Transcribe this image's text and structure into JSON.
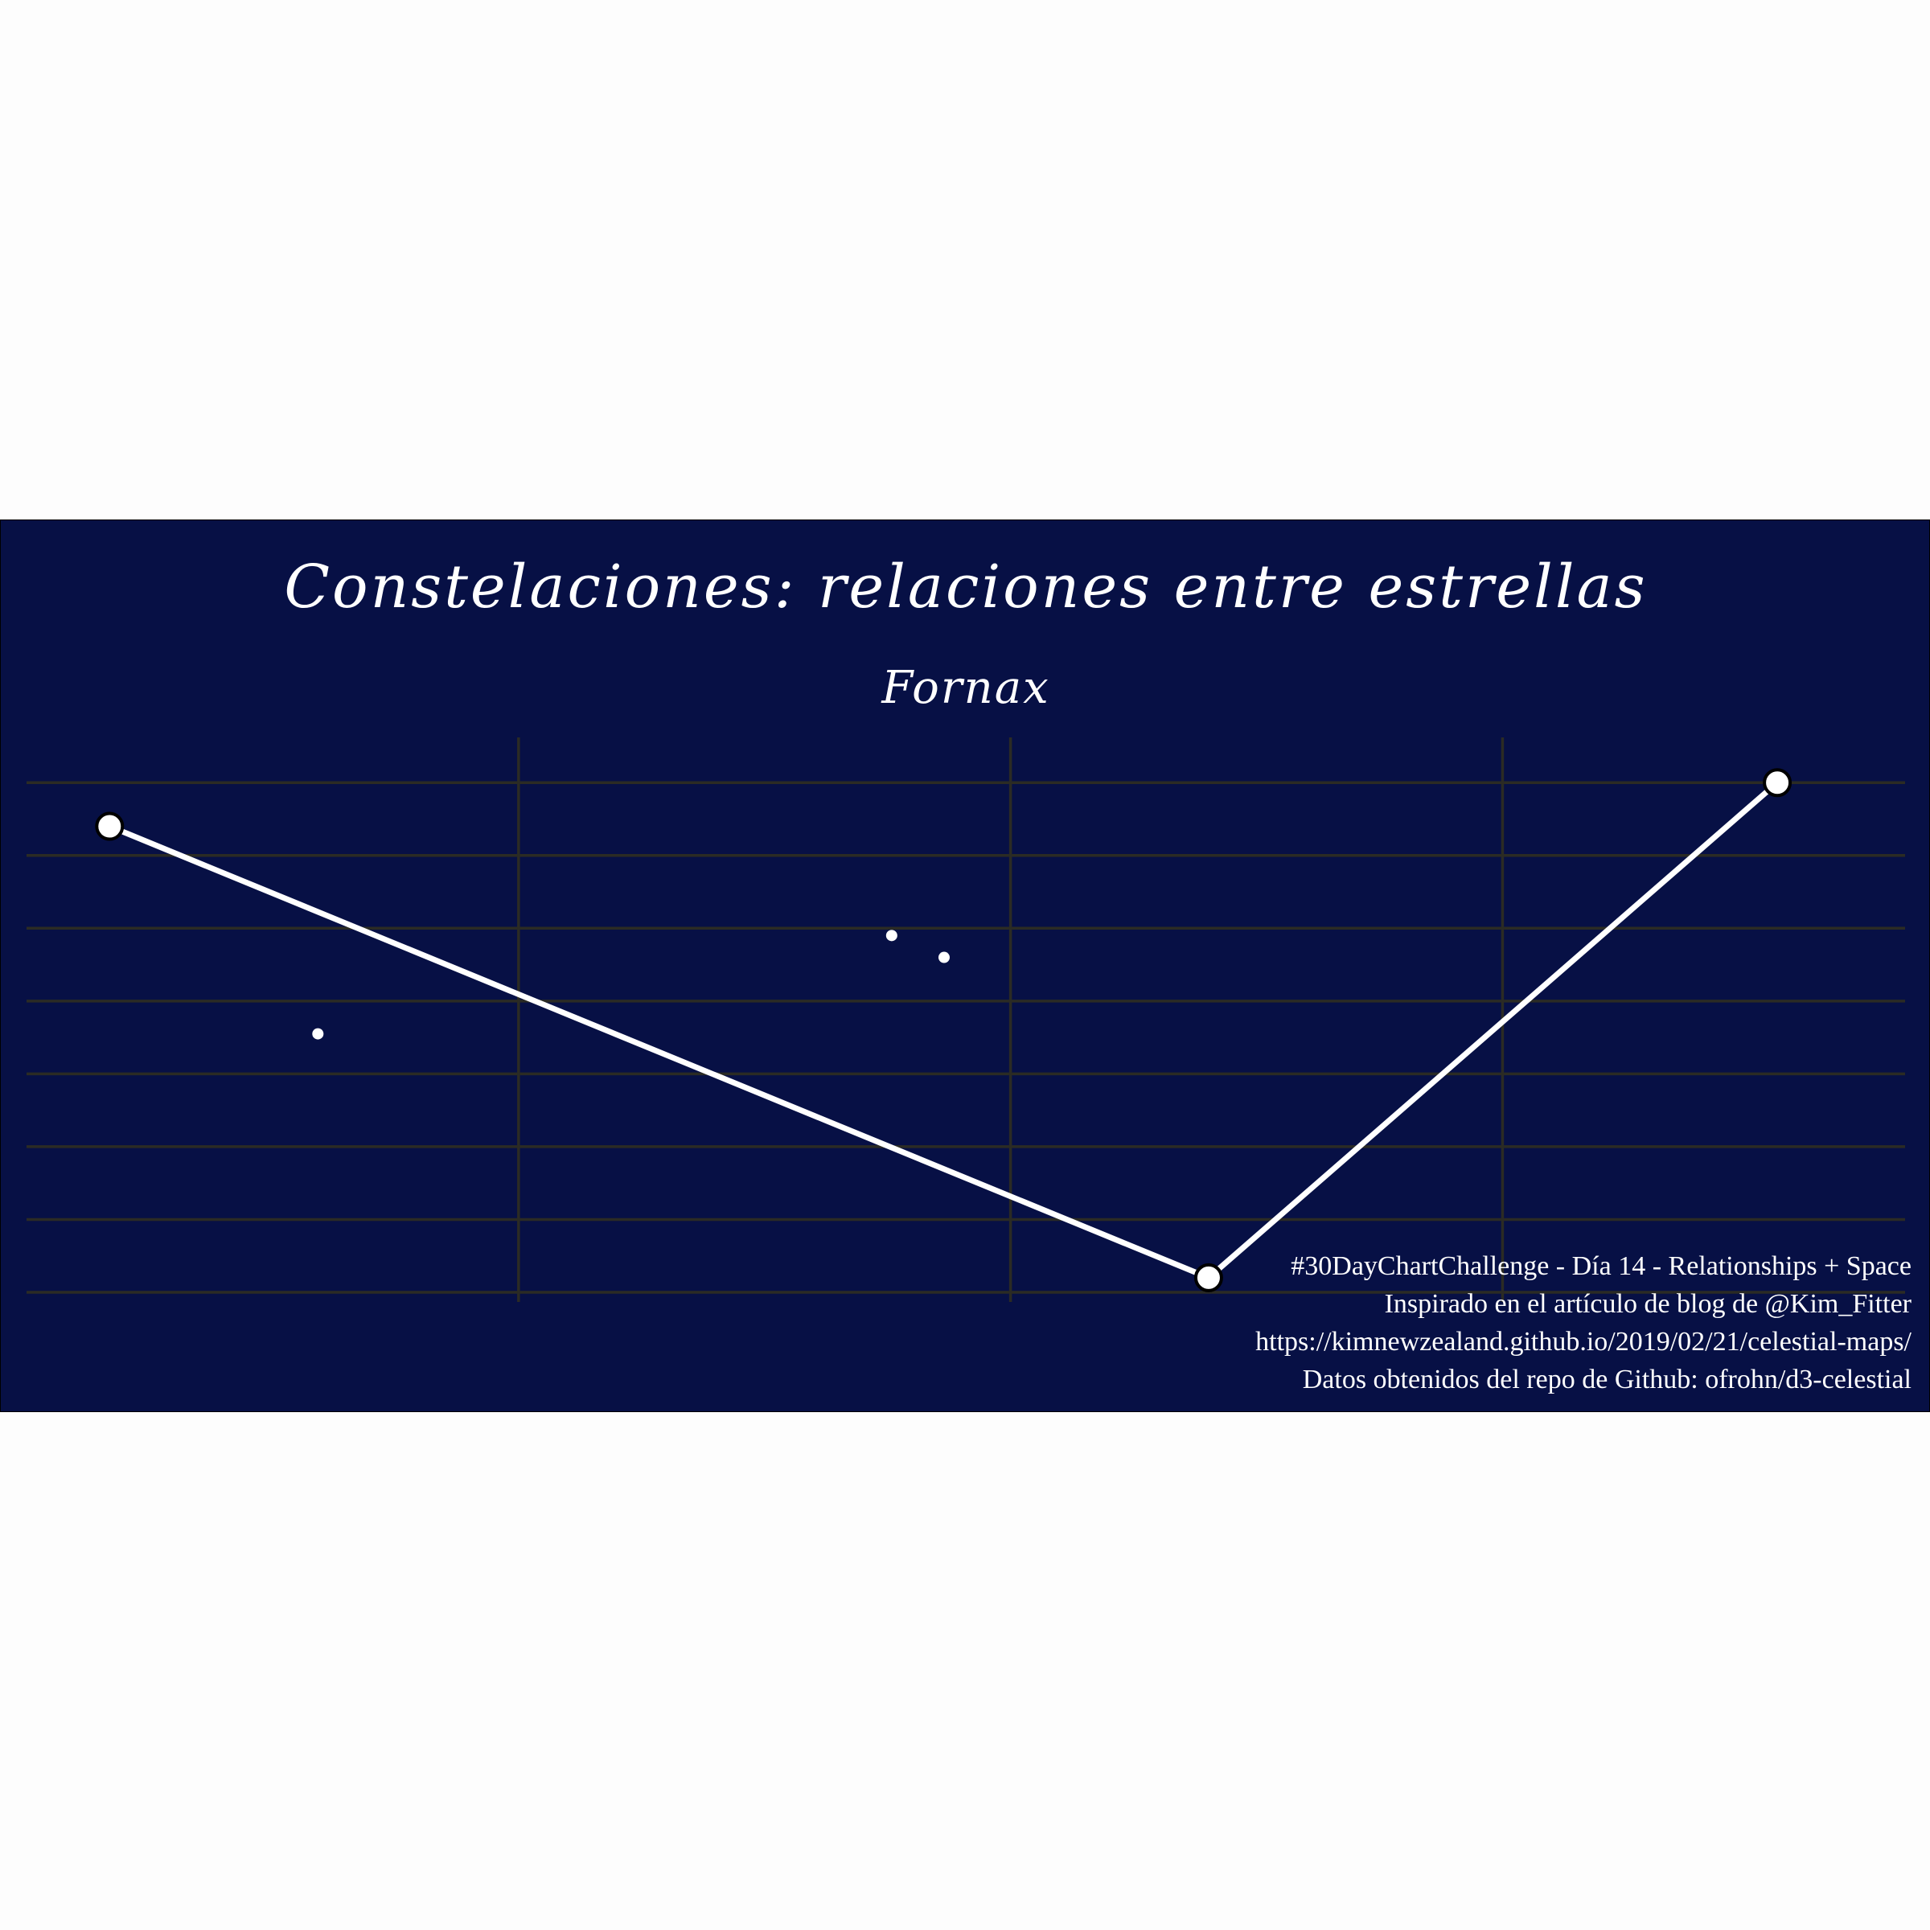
{
  "colors": {
    "background": "#071045",
    "grid": "#2b2b24",
    "line": "#ffffff",
    "point_fill": "#ffffff",
    "point_stroke": "#000000"
  },
  "chart_data": {
    "type": "scatter",
    "title": "Constelaciones: relaciones entre estrellas",
    "subtitle": "Fornax",
    "xlabel": "",
    "ylabel": "",
    "xlim": [
      0,
      14.7
    ],
    "ylim": [
      0,
      7.4
    ],
    "x_gridlines": [
      3.85,
      7.7,
      11.55
    ],
    "y_gridlines": [
      0,
      1,
      2,
      3,
      4,
      5,
      6,
      7
    ],
    "grid": true,
    "legend": "none",
    "constellation_line": [
      {
        "x": 0.65,
        "y": 6.4
      },
      {
        "x": 9.25,
        "y": 0.2
      },
      {
        "x": 13.7,
        "y": 7.0
      }
    ],
    "stars": [
      {
        "x": 0.65,
        "y": 6.4,
        "size": "large"
      },
      {
        "x": 9.25,
        "y": 0.2,
        "size": "large"
      },
      {
        "x": 13.7,
        "y": 7.0,
        "size": "large"
      },
      {
        "x": 2.28,
        "y": 3.55,
        "size": "small"
      },
      {
        "x": 6.77,
        "y": 4.9,
        "size": "small"
      },
      {
        "x": 7.18,
        "y": 4.6,
        "size": "small"
      }
    ]
  },
  "caption": {
    "line1": "#30DayChartChallenge - Día 14 - Relationships + Space",
    "line2": "Inspirado en el artículo de blog de @Kim_Fitter",
    "line3": "https://kimnewzealand.github.io/2019/02/21/celestial-maps/",
    "line4": "Datos obtenidos del repo de Github: ofrohn/d3-celestial"
  }
}
